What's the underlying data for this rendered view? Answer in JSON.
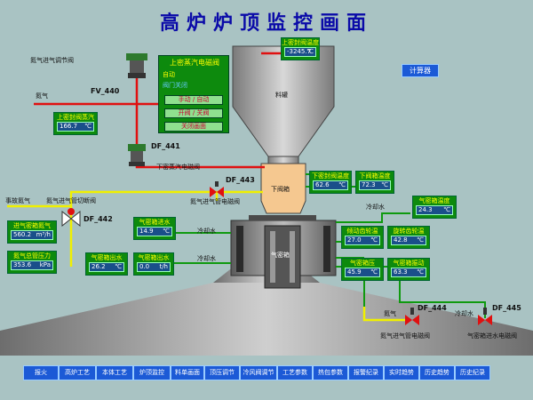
{
  "title": "高炉炉顶监控画面",
  "calc_button": "计算器",
  "valve_labels": {
    "fv440": "FV_440",
    "fv440_desc": "氮气进气调节阀",
    "nitrogen": "氮气",
    "df441": "DF_441",
    "df441_desc": "下密蒸汽电磁阀",
    "df443": "DF_443",
    "df443_desc": "氮气进气管电磁阀",
    "df442": "DF_442",
    "df442_desc": "氮气进气管切断阀",
    "accident_n2": "事故氮气",
    "df444": "DF_444",
    "df444_desc": "氮气进气管电磁阀",
    "df445": "DF_445",
    "df445_desc": "气密箱进水电磁阀",
    "n2_right": "氮气",
    "cooling_water_right": "冷却水",
    "cooling_water_a": "冷却水",
    "cooling_water_b": "冷却水",
    "cooling_water_c": "冷却水"
  },
  "vessel_labels": {
    "material_tank": "料罐",
    "lower_tank": "下阀箱",
    "gas_box": "气密箱"
  },
  "control_panel": {
    "title": "上密蒸汽电磁阀",
    "status_auto": "自动",
    "status_closed": "阀门关闭",
    "btn_mode": "手动 / 自动",
    "btn_open_close": "开阀 / 关阀",
    "btn_close_screen": "关闭画面"
  },
  "readings": {
    "upper_seal_temp": {
      "label": "上密封阀温度",
      "value": "-3245.7",
      "unit": "℃"
    },
    "upper_seal_steam": {
      "label": "上密封阀蒸汽",
      "value": "166.7",
      "unit": "℃"
    },
    "lower_seal_temp": {
      "label": "下密封阀温度",
      "value": "62.6",
      "unit": "℃"
    },
    "lower_box_temp": {
      "label": "下阀箱温度",
      "value": "72.3",
      "unit": "℃"
    },
    "gas_box_n2": {
      "label": "进气密箱氮气",
      "value": "560.2",
      "unit": "m³/h"
    },
    "n2_pressure": {
      "label": "氮气总管压力",
      "value": "353.6",
      "unit": "kPa"
    },
    "gas_box_in_water": {
      "label": "气密箱进水",
      "value": "14.9",
      "unit": "℃"
    },
    "gas_box_out_water_t": {
      "label": "气密箱出水",
      "value": "26.2",
      "unit": "℃"
    },
    "gas_box_out_water_f": {
      "label": "气密箱出水",
      "value": "0.0",
      "unit": "t/h"
    },
    "gas_box_temp": {
      "label": "气密箱温度",
      "value": "24.3",
      "unit": "℃"
    },
    "gear_temp": {
      "label": "倾动齿轮温",
      "value": "27.0",
      "unit": "℃"
    },
    "rotate_temp": {
      "label": "旋转齿轮温",
      "value": "42.8",
      "unit": "℃"
    },
    "gas_box_pressure": {
      "label": "气密箱压",
      "value": "45.9",
      "unit": "℃"
    },
    "gas_box_vib": {
      "label": "气密箱振动",
      "value": "63.3",
      "unit": "℃"
    }
  },
  "nav_buttons": [
    "报火",
    "高炉工艺",
    "本体工艺",
    "炉顶监控",
    "料单画面",
    "顶压调节",
    "冷风阀调节",
    "工艺参数",
    "热包参数",
    "报警纪录",
    "实时趋势",
    "历史趋势",
    "历史纪录"
  ],
  "colors": {
    "background": "#a9c3c3",
    "title": "#0a0aa8",
    "panel_green": "#0d8a0d",
    "value_blue": "#1a4f8a",
    "nav_blue": "#1c5ad6",
    "pipe_red": "#e01010",
    "pipe_yellow": "#f0f000",
    "vessel_orange": "#f5c890",
    "shell_gray": "#8a8a8a"
  }
}
